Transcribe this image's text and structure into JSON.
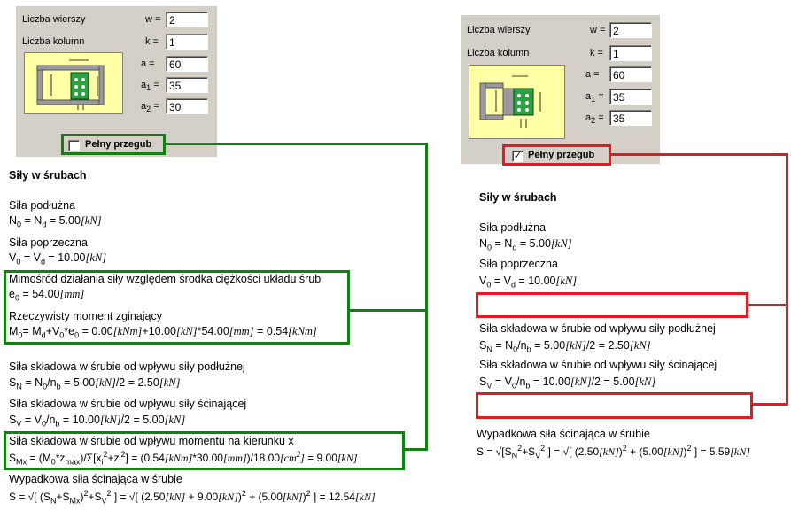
{
  "left_panel": {
    "rows_label": "Liczba wierszy",
    "rows_var": "w =",
    "rows_value": "2",
    "cols_label": "Liczba kolumn",
    "cols_var": "k =",
    "cols_value": "1",
    "a_var": "a =",
    "a_value": "60",
    "a1_value": "35",
    "a2_value": "30",
    "checkbox_label": "Pełny przegub",
    "checkbox_checked": false
  },
  "right_panel": {
    "rows_label": "Liczba wierszy",
    "rows_var": "w =",
    "rows_value": "2",
    "cols_label": "Liczba kolumn",
    "cols_var": "k =",
    "cols_value": "1",
    "a_var": "a =",
    "a_value": "60",
    "a1_value": "35",
    "a2_value": "35",
    "checkbox_label": "Pełny przegub",
    "checkbox_checked": true,
    "checkbox_mark": "✓"
  },
  "left_results": {
    "heading": "Siły w śrubach",
    "axial_label": "Siła podłużna",
    "axial_value": "5.00",
    "shear_label": "Siła poprzeczna",
    "shear_value": "10.00",
    "ecc_label": "Mimośród działania siły względem środka ciężkości układu śrub",
    "ecc_value": "54.00",
    "moment_label": "Rzeczywisty moment zginający",
    "moment_eq": "0.00",
    "moment_v": "10.00",
    "moment_e": "54.00",
    "moment_result": "0.54",
    "sn_label": "Siła składowa w śrubie od wpływu siły podłużnej",
    "sn_eq": "5.00",
    "sn_result": "2.50",
    "sv_label": "Siła składowa w śrubie od wpływu siły ścinającej",
    "sv_eq": "10.00",
    "sv_result": "5.00",
    "smx_label": "Siła składowa w śrubie od wpływu momentu na kierunku x",
    "smx_m": "0.54",
    "smx_z": "30.00",
    "smx_sum": "18.00",
    "smx_result": "9.00",
    "total_label": "Wypadkowa siła ścinająca w śrubie",
    "total_a": "2.50",
    "total_b": "9.00",
    "total_c": "5.00",
    "total_result": "12.54"
  },
  "right_results": {
    "heading": "Siły w śrubach",
    "axial_label": "Siła podłużna",
    "axial_value": "5.00",
    "shear_label": "Siła poprzeczna",
    "shear_value": "10.00",
    "sn_label": "Siła składowa w śrubie od wpływu siły podłużnej",
    "sn_eq": "5.00",
    "sn_result": "2.50",
    "sv_label": "Siła składowa w śrubie od wpływu siły ścinającej",
    "sv_eq": "10.00",
    "sv_result": "5.00",
    "total_label": "Wypadkowa siła ścinająca w śrubie",
    "total_a": "2.50",
    "total_c": "5.00",
    "total_result": "5.59"
  },
  "units": {
    "kn": "[kN]",
    "knm": "[kNm]",
    "mm": "[mm]",
    "cm2": "[cm"
  },
  "colors": {
    "green_highlight": "#128012",
    "red_highlight": "#e01b24",
    "panel_bg": "#d4d0c8",
    "diagram_bg": "#ffffa6"
  }
}
